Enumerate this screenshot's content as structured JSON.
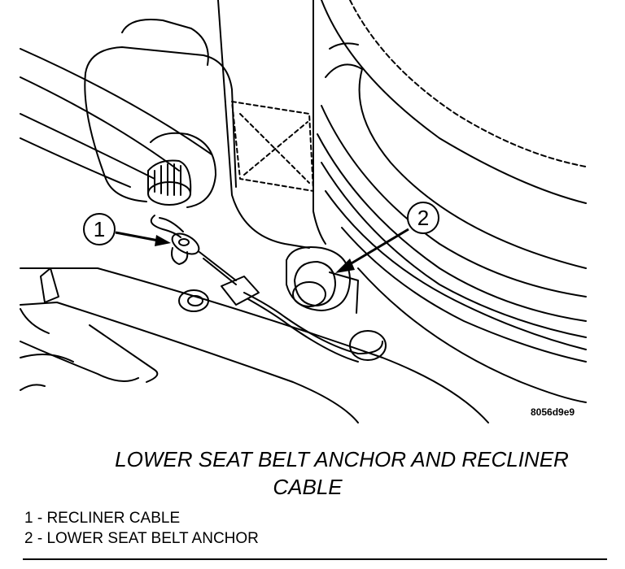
{
  "figure": {
    "reference_code": "8056d9e9",
    "callouts": [
      "1",
      "2"
    ]
  },
  "caption": {
    "line1": "LOWER SEAT BELT ANCHOR AND RECLINER",
    "line2": "CABLE"
  },
  "legend": [
    {
      "number": "1",
      "text": "1 - RECLINER CABLE"
    },
    {
      "number": "2",
      "text": "2 - LOWER SEAT BELT ANCHOR"
    }
  ]
}
